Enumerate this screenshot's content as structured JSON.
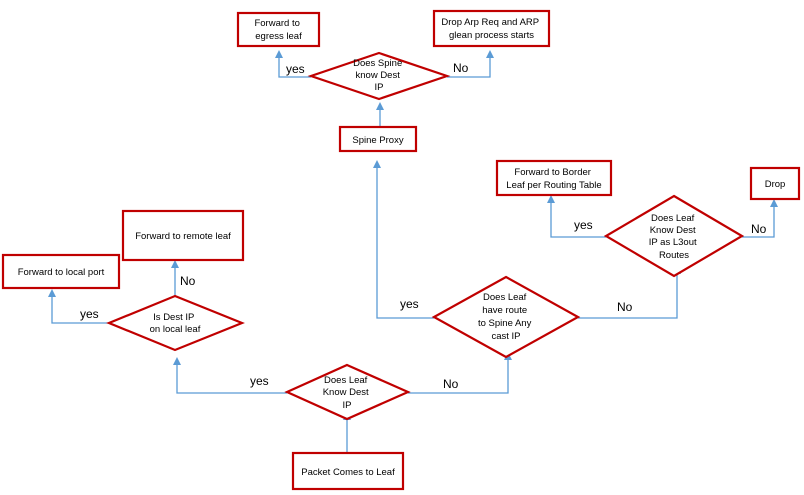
{
  "nodes": {
    "forward_egress": [
      "Forward to",
      "egress leaf"
    ],
    "drop_arp": [
      "Drop Arp Req and ARP",
      "glean process starts"
    ],
    "spine_know": [
      "Does Spine",
      "know Dest",
      "IP"
    ],
    "spine_proxy": [
      "Spine Proxy"
    ],
    "forward_border": [
      "Forward to Border",
      "Leaf per Routing Table"
    ],
    "drop": [
      "Drop"
    ],
    "leaf_know_l3out": [
      "Does Leaf",
      "Know Dest",
      "IP as L3out",
      "Routes"
    ],
    "forward_remote": [
      "Forward to remote leaf"
    ],
    "forward_local": [
      "Forward to local port"
    ],
    "is_dest_local": [
      "Is Dest IP",
      "on local leaf"
    ],
    "leaf_route_spine": [
      "Does Leaf",
      "have route",
      "to Spine Any",
      "cast IP"
    ],
    "leaf_know": [
      "Does Leaf",
      "Know Dest",
      "IP"
    ],
    "packet_comes": [
      "Packet Comes to Leaf"
    ]
  },
  "edges": {
    "spine_yes": "yes",
    "spine_no": "No",
    "l3out_yes": "yes",
    "l3out_no": "No",
    "local_no": "No",
    "local_yes": "yes",
    "route_yes": "yes",
    "route_no": "No",
    "leaf_yes": "yes",
    "leaf_no": "No"
  },
  "colors": {
    "node_border": "#c00000",
    "connector": "#5b9bd5"
  }
}
